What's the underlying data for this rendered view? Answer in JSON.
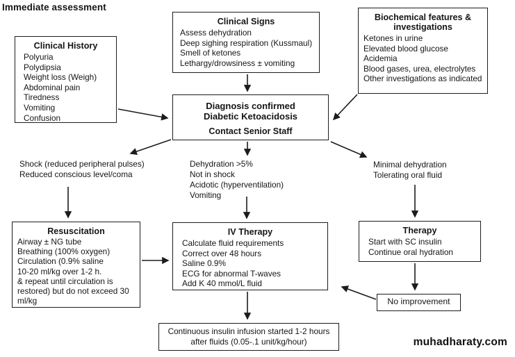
{
  "title": "Immediate assessment",
  "watermark": "muhadharaty.com",
  "clinical_history": {
    "title": "Clinical History",
    "items": [
      "Polyuria",
      "Polydipsia",
      "Weight loss (Weigh)",
      "Abdominal pain",
      "Tiredness",
      "Vomiting",
      "Confusion"
    ]
  },
  "clinical_signs": {
    "title": "Clinical Signs",
    "items": [
      "Assess dehydration",
      "Deep sighing respiration (Kussmaul)",
      "Smell of ketones",
      "Lethargy/drowsiness ± vomiting"
    ]
  },
  "biochemical": {
    "title": "Biochemical features & investigations",
    "items": [
      "Ketones in urine",
      "Elevated blood glucose",
      "Acidemia",
      "Blood gases, urea, electrolytes",
      "Other investigations as indicated"
    ]
  },
  "diagnosis": {
    "lines": [
      "Diagnosis confirmed",
      "Diabetic Ketoacidosis"
    ],
    "subline": "Contact Senior Staff"
  },
  "branch_left": {
    "lines": [
      "Shock (reduced peripheral pulses)",
      "Reduced conscious level/coma"
    ]
  },
  "branch_mid": {
    "lines": [
      "Dehydration >5%",
      "Not in shock",
      "Acidotic (hyperventilation)",
      "Vomiting"
    ]
  },
  "branch_right": {
    "lines": [
      "Minimal dehydration",
      "Tolerating oral fluid"
    ]
  },
  "resuscitation": {
    "title": "Resuscitation",
    "items": [
      "Airway ± NG tube",
      "Breathing (100% oxygen)",
      "Circulation (0.9% saline",
      "10-20 ml/kg over 1-2 h.",
      "& repeat until circulation is",
      "restored) but do not exceed 30",
      "ml/kg"
    ]
  },
  "iv_therapy": {
    "title": "IV Therapy",
    "items": [
      "Calculate fluid requirements",
      "Correct over 48 hours",
      "Saline 0.9%",
      "ECG for abnormal T-waves",
      "Add K 40 mmol/L fluid"
    ]
  },
  "therapy": {
    "title": "Therapy",
    "items": [
      "Start with SC insulin",
      "Continue oral hydration"
    ]
  },
  "no_improvement": {
    "label": "No improvement"
  },
  "insulin_infusion": {
    "lines": [
      "Continuous insulin infusion started 1-2 hours",
      "after fluids (0.05-.1 unit/kg/hour)"
    ]
  }
}
